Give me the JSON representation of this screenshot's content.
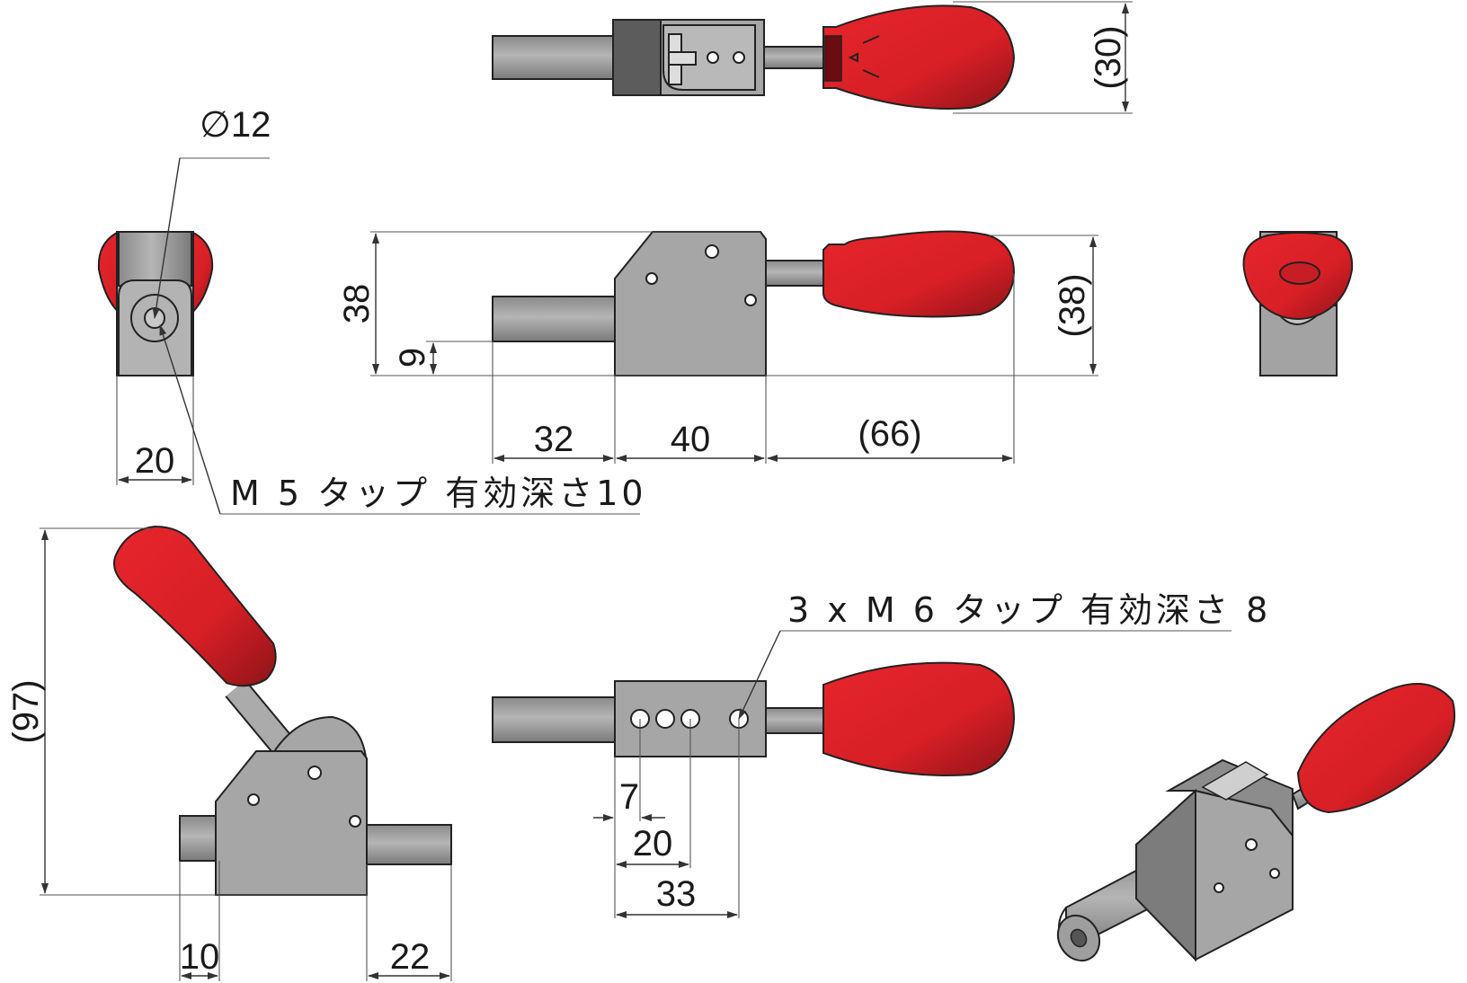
{
  "drawing": {
    "dimensions": {
      "top_height": "(30)",
      "front_height": "38",
      "front_height_ref": "(38)",
      "rod_height": "9",
      "rod_length": "32",
      "body_length": "40",
      "handle_length": "(66)",
      "side_width": "20",
      "bore_diameter": "∅12",
      "open_height": "(97)",
      "rear_rod": "10",
      "front_rod": "22",
      "hole_first": "7",
      "hole_second": "20",
      "hole_last": "33"
    },
    "notes": {
      "m5_tap": "M 5 タップ 有効深さ10",
      "m6_tap": "3 x M 6 タップ 有効深さ 8"
    },
    "colors": {
      "handle": "#d71f26",
      "body": "#a6a6a6",
      "dark_block": "#5c5c5c",
      "rod": "#9a9a9a",
      "line": "#222222"
    }
  }
}
